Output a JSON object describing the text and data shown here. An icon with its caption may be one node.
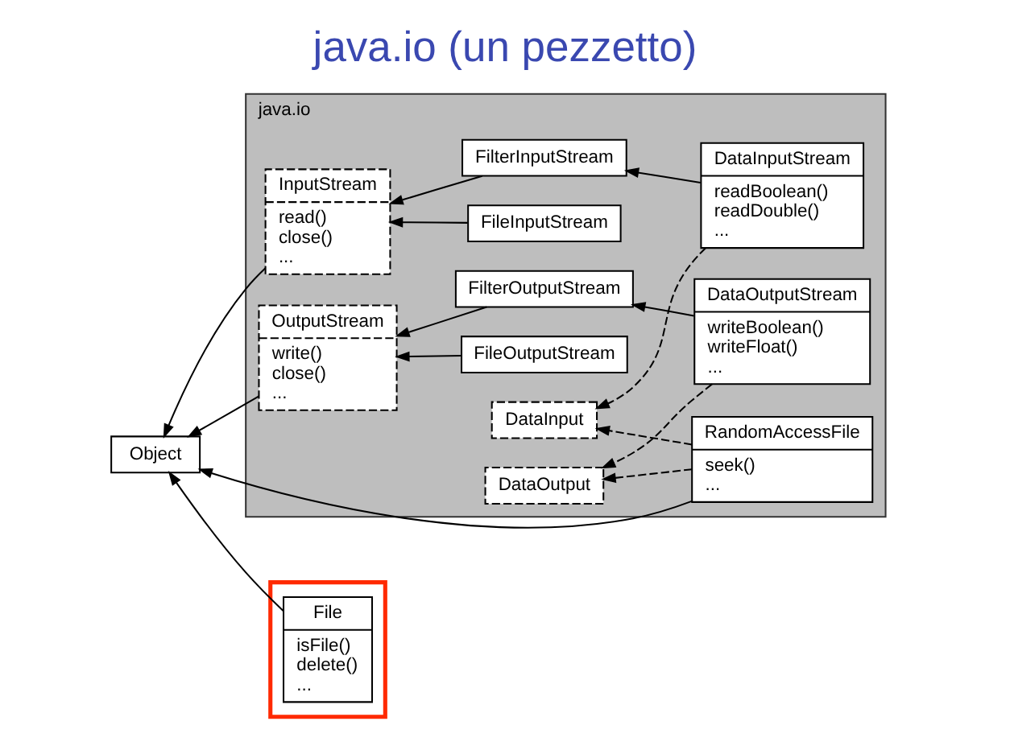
{
  "diagram": {
    "title": "java.io (un pezzetto)",
    "nodes": [
      {
        "text": [
          "Object"
        ]
      },
      {
        "text": [
          "java.io"
        ]
      },
      {
        "text": [],
        "shape": "box"
      },
      {
        "text": [
          "File",
          "isFile()",
          "delete()",
          "..."
        ],
        "in": 2
      },
      {
        "text": [
          "InputStream",
          "read()",
          "close()",
          "..."
        ],
        "in": 1
      },
      {
        "text": [
          "FileInputStream"
        ],
        "in": 1
      },
      {
        "text": [
          "FilterInputStream"
        ],
        "in": 1
      },
      {
        "text": [
          "DataInputStream",
          "readBoolean()",
          "readDouble()",
          "..."
        ],
        "in": 1
      },
      {
        "text": [
          "DataInput"
        ],
        "in": 1
      },
      {
        "text": [
          "OutputStream",
          "write()",
          "close()",
          "..."
        ],
        "in": 1
      },
      {
        "text": [
          "FileOutputStream"
        ],
        "in": 1
      },
      {
        "text": [
          "FilterOutputStream"
        ],
        "in": 1
      },
      {
        "text": [
          "DataOutputStream",
          "writeBoolean()",
          "writeFloat()",
          "..."
        ],
        "in": 1
      },
      {
        "text": [
          "DataOutput"
        ],
        "in": 1
      },
      {
        "text": [
          "RandomAccessFile",
          "seek()",
          "..."
        ],
        "in": 1
      }
    ],
    "edges": [
      {
        "from": 3,
        "to": 0,
        "arrow": "to"
      },
      {
        "from": 4,
        "to": 0,
        "arrow": "to"
      },
      {
        "from": 9,
        "to": 0,
        "arrow": "to"
      },
      {
        "from": 14,
        "to": 0,
        "arrow": "to"
      },
      {
        "from": 5,
        "to": 4,
        "arrow": "to"
      },
      {
        "from": 6,
        "to": 4,
        "arrow": "to"
      },
      {
        "from": 7,
        "to": 6,
        "arrow": "to"
      },
      {
        "from": 10,
        "to": 9,
        "arrow": "to"
      },
      {
        "from": 11,
        "to": 9,
        "arrow": "to"
      },
      {
        "from": 12,
        "to": 11,
        "arrow": "to"
      },
      {
        "from": 7,
        "to": 8,
        "arrow": "to",
        "style": "dashed"
      },
      {
        "from": 12,
        "to": 13,
        "arrow": "to",
        "style": "dashed"
      },
      {
        "from": 14,
        "to": 13,
        "arrow": "to",
        "style": "dashed"
      },
      {
        "from": 14,
        "to": 8,
        "arrow": "to",
        "style": "dashed"
      }
    ]
  }
}
